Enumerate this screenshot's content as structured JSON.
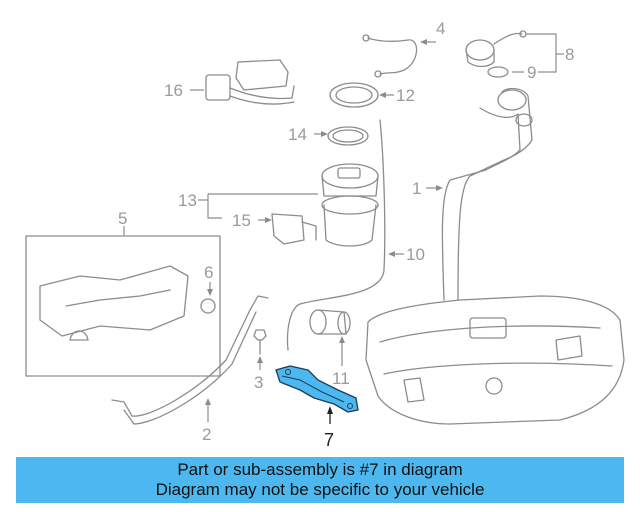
{
  "diagram": {
    "callouts": {
      "c1": "1",
      "c2": "2",
      "c3": "3",
      "c4": "4",
      "c5": "5",
      "c6": "6",
      "c7": "7",
      "c8": "8",
      "c9": "9",
      "c10": "10",
      "c11": "11",
      "c12": "12",
      "c13": "13",
      "c14": "14",
      "c15": "15",
      "c16": "16"
    },
    "highlight_color": "#4db8f0"
  },
  "banner": {
    "line1": "Part or sub-assembly is #7 in diagram",
    "line2": "Diagram may not be specific to your vehicle",
    "background": "#4db8f0"
  }
}
